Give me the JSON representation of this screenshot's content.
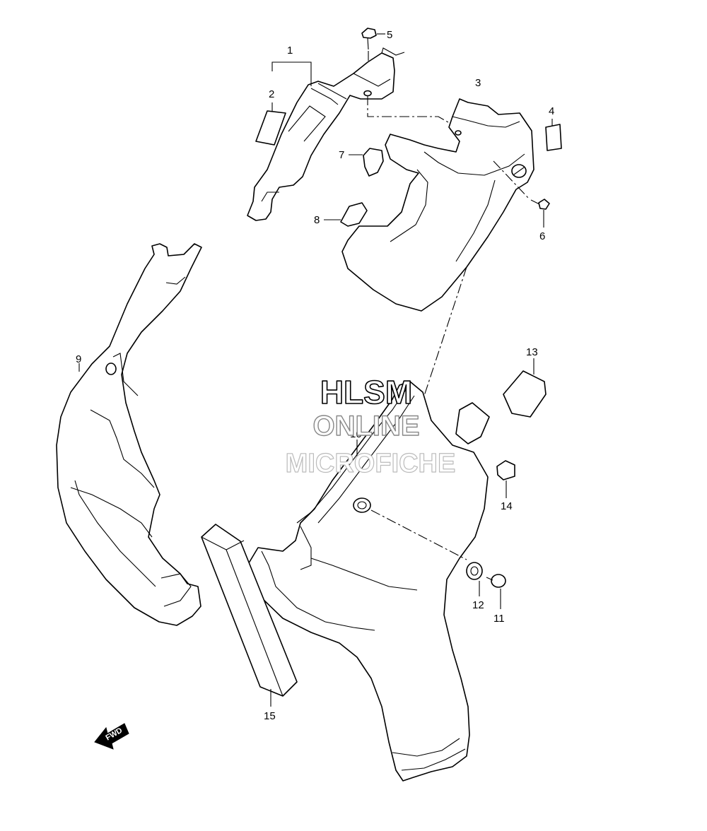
{
  "watermark": {
    "line1": "HLSM",
    "line2": "ONLINE",
    "line3": "MICROFICHE"
  },
  "fwd_label": "FWD",
  "callouts": [
    {
      "id": "1",
      "label": "1"
    },
    {
      "id": "2",
      "label": "2"
    },
    {
      "id": "3",
      "label": "3"
    },
    {
      "id": "4",
      "label": "4"
    },
    {
      "id": "5",
      "label": "5"
    },
    {
      "id": "6",
      "label": "6"
    },
    {
      "id": "7",
      "label": "7"
    },
    {
      "id": "8",
      "label": "8"
    },
    {
      "id": "9",
      "label": "9"
    },
    {
      "id": "10",
      "label": "10"
    },
    {
      "id": "11",
      "label": "11"
    },
    {
      "id": "12",
      "label": "12"
    },
    {
      "id": "13",
      "label": "13"
    },
    {
      "id": "14",
      "label": "14"
    },
    {
      "id": "15",
      "label": "15"
    }
  ],
  "colors": {
    "line": "#000000",
    "background": "#ffffff"
  }
}
